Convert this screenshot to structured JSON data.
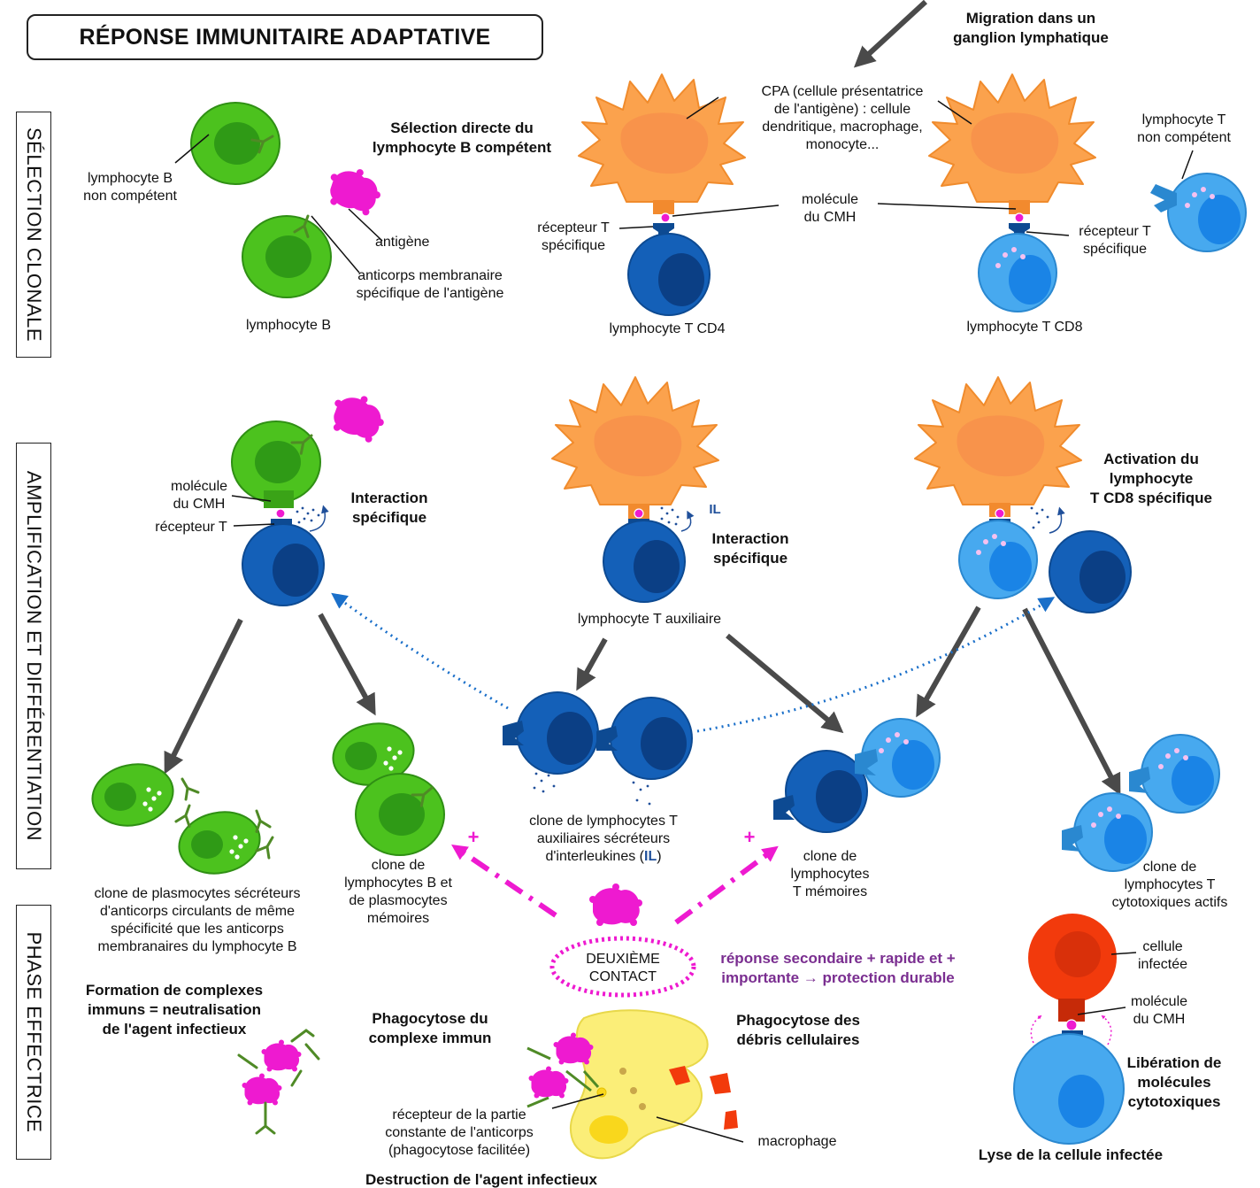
{
  "title": "RÉPONSE IMMUNITAIRE ADAPTATIVE",
  "phases": {
    "selection": "SÉLECTION CLONALE",
    "amplification": "AMPLIFICATION ET DIFFÉRENTIATION",
    "effectrice": "PHASE EFFECTRICE"
  },
  "migration": [
    "Migration dans un",
    "ganglion lymphatique"
  ],
  "sel": {
    "b_noncomp": [
      "lymphocyte B",
      "non compétent"
    ],
    "selection_directe": [
      "Sélection directe du",
      "lymphocyte B compétent"
    ],
    "antigene": "antigène",
    "anticorps_membranaire": [
      "anticorps membranaire",
      "spécifique de l'antigène"
    ],
    "lymphocyte_b": "lymphocyte B",
    "cpa": [
      "CPA (cellule présentatrice",
      "de l'antigène) : cellule",
      "dendritique, macrophage,",
      "monocyte..."
    ],
    "cmh": [
      "molécule",
      "du CMH"
    ],
    "recepteur_t_left": [
      "récepteur T",
      "spécifique"
    ],
    "recepteur_t_right": [
      "récepteur T",
      "spécifique"
    ],
    "t_noncomp": [
      "lymphocyte T",
      "non compétent"
    ],
    "cd4": "lymphocyte T CD4",
    "cd8": "lymphocyte T CD8"
  },
  "amp": {
    "cmh": [
      "molécule",
      "du CMH"
    ],
    "recepteur_t": "récepteur T",
    "interaction1": [
      "Interaction",
      "spécifique"
    ],
    "interaction2": [
      "Interaction",
      "spécifique"
    ],
    "il": "IL",
    "t_auxiliaire": "lymphocyte T auxiliaire",
    "activation_cd8": [
      "Activation du",
      "lymphocyte",
      "T CD8 spécifique"
    ],
    "clone_aux": [
      "clone de lymphocytes T",
      "auxiliaires sécréteurs"
    ],
    "clone_aux_last_pre": "d'interleukines (",
    "clone_aux_last_il": "IL",
    "clone_aux_last_post": ")",
    "plasmocytes": [
      "clone de plasmocytes sécréteurs",
      "d'anticorps circulants de même",
      "spécificité que les anticorps",
      "membranaires du lymphocyte B"
    ],
    "memoire_b": [
      "clone de",
      "lymphocytes B et",
      "de plasmocytes",
      "mémoires"
    ],
    "memoire_t": [
      "clone de",
      "lymphocytes",
      "T mémoires"
    ],
    "cytotox": [
      "clone de",
      "lymphocytes T",
      "cytotoxiques actifs"
    ]
  },
  "eff": {
    "complexes": [
      "Formation de complexes",
      "immuns = neutralisation",
      "de l'agent infectieux"
    ],
    "deuxieme_contact": [
      "DEUXIÈME",
      "CONTACT"
    ],
    "reponse_secondaire": [
      "réponse secondaire + rapide et +",
      "importante → protection durable"
    ],
    "phago_complexe": [
      "Phagocytose du",
      "complexe immun"
    ],
    "phago_debris": [
      "Phagocytose des",
      "débris cellulaires"
    ],
    "recepteur_partie": [
      "récepteur de la partie",
      "constante de l'anticorps",
      "(phagocytose facilitée)"
    ],
    "macrophage": "macrophage",
    "destruction": "Destruction de l'agent infectieux",
    "cellule_infectee": [
      "cellule",
      "infectée"
    ],
    "cmh": [
      "molécule",
      "du CMH"
    ],
    "liberation": [
      "Libération de",
      "molécules",
      "cytotoxiques"
    ],
    "lyse": "Lyse de la cellule infectée",
    "plus": "+"
  },
  "colors": {
    "green": "#4cc21e",
    "green_dark": "#2f8f14",
    "magenta": "#ee1ad0",
    "orange": "#fba24d",
    "blue_dark": "#1460b8",
    "blue_light": "#47a9ef",
    "red": "#f23a0c",
    "yellow": "#fbee78",
    "arrow": "#4a4a4a",
    "purple": "#7a2e90"
  }
}
